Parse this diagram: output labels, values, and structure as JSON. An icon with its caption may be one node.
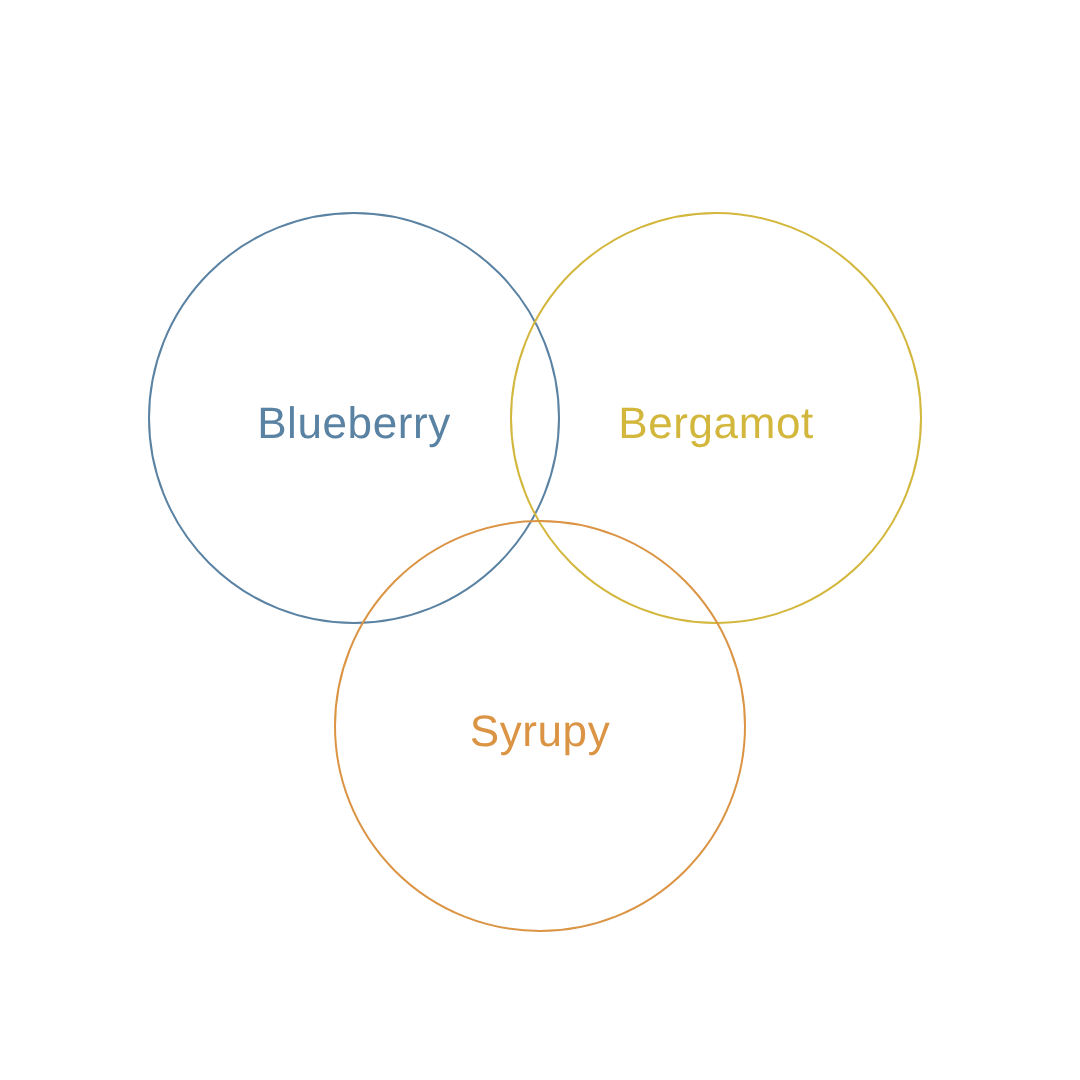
{
  "diagram": {
    "nodes": [
      {
        "text": [
          "Blueberry"
        ]
      },
      {
        "text": [
          "Bergamot"
        ]
      },
      {
        "text": [
          "Syrupy"
        ]
      }
    ]
  }
}
